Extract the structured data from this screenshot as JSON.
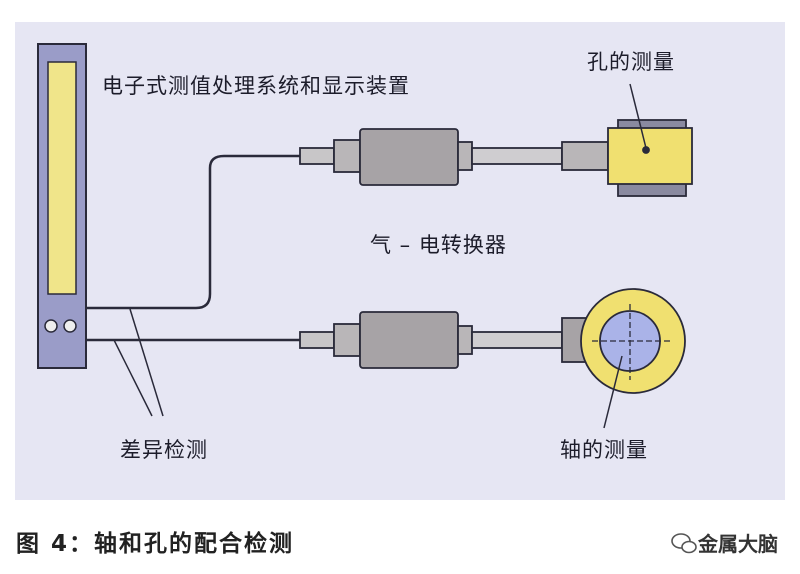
{
  "labels": {
    "display_system": "电子式测值处理系统和显示装置",
    "hole_measure": "孔的测量",
    "converter": "气 – 电转换器",
    "shaft_measure": "轴的测量",
    "differential": "差异检测"
  },
  "caption": "图 4：轴和孔的配合检测",
  "watermark": {
    "text": "金属大脑",
    "icon": "wechat-icon"
  },
  "colors": {
    "panel_bg": "#e6e6f3",
    "display_body": "#9a9cc8",
    "display_screen": "#f0e58a",
    "converter_body": "#a7a3a6",
    "gauge_yellow": "#f0e070",
    "shaft_blue": "#aab3e8",
    "outline": "#2a2a3a"
  }
}
